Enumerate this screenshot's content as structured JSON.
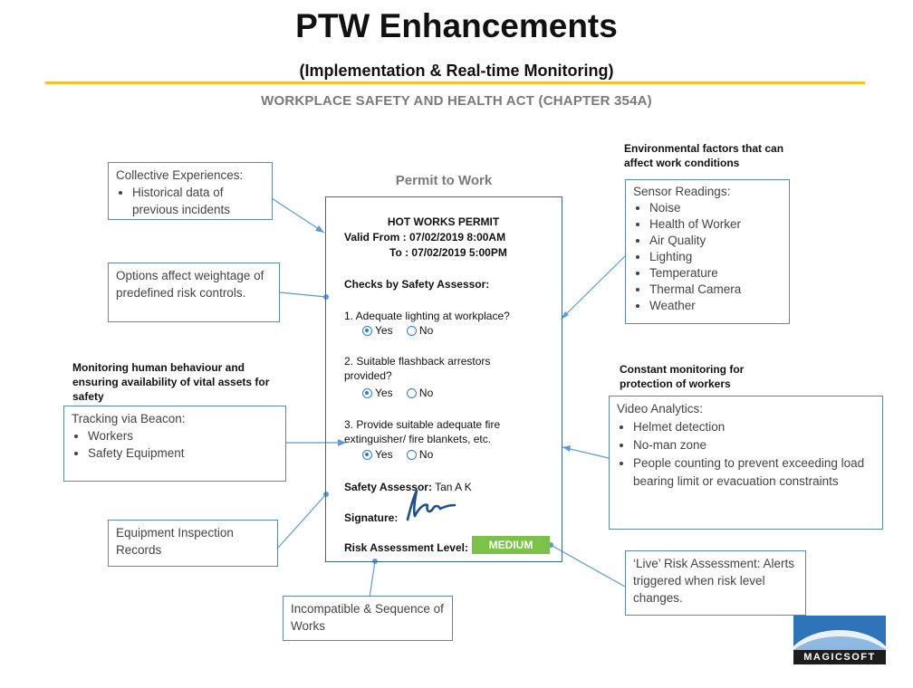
{
  "header": {
    "title": "PTW Enhancements",
    "subtitle": "(Implementation & Real-time Monitoring)",
    "act": "WORKPLACE SAFETY AND HEALTH ACT (CHAPTER 354A)"
  },
  "permit": {
    "caption": "Permit to Work",
    "title": "HOT WORKS PERMIT",
    "valid_from": "Valid From  : 07/02/2019 8:00AM",
    "valid_to": "To  : 07/02/2019 5:00PM",
    "checks_heading": "Checks by Safety Assessor:",
    "yes_label": "Yes",
    "no_label": "No",
    "questions": [
      {
        "line1": "1. Adequate lighting at workplace?",
        "line2": "",
        "answer": "Yes"
      },
      {
        "line1": "2. Suitable flashback arrestors",
        "line2": "provided?",
        "answer": "Yes"
      },
      {
        "line1": "3. Provide suitable adequate fire",
        "line2": "extinguisher/ fire blankets, etc.",
        "answer": "Yes"
      }
    ],
    "assessor_label": "Safety Assessor:",
    "assessor_name": "Tan A K",
    "signature_label": "Signature:",
    "risk_label": "Risk Assessment Level:",
    "risk_level": "MEDIUM"
  },
  "left": {
    "collective": {
      "title": "Collective Experiences:",
      "items": [
        "Historical data of previous incidents"
      ]
    },
    "options": {
      "text": "Options affect weightage of predefined risk controls."
    },
    "monitoring_heading": "Monitoring human behaviour and ensuring availability of vital assets for safety",
    "beacon": {
      "title": "Tracking via Beacon:",
      "items": [
        "Workers",
        "Safety Equipment"
      ]
    },
    "equipment": {
      "text": "Equipment Inspection Records"
    }
  },
  "right": {
    "env_heading": "Environmental factors that can affect work conditions",
    "sensor": {
      "title": "Sensor Readings:",
      "items": [
        "Noise",
        "Health of Worker",
        "Air Quality",
        "Lighting",
        "Temperature",
        "Thermal Camera",
        "Weather"
      ]
    },
    "constant_heading": "Constant monitoring for protection of workers",
    "video": {
      "title": "Video Analytics:",
      "items": [
        "Helmet detection",
        "No-man zone",
        "People counting to prevent exceeding load bearing limit or evacuation constraints"
      ]
    },
    "live": {
      "text": "‘Live’ Risk Assessment: Alerts triggered when risk level changes."
    }
  },
  "bottom": {
    "incompatible": {
      "text": "Incompatible & Sequence of Works"
    }
  },
  "logo": {
    "text": "MAGICSOFT"
  },
  "colors": {
    "accent_rule": "#f2c230",
    "box_border": "#5b87b6",
    "connector": "#5b9bd5",
    "risk_medium": "#7dc248",
    "radio": "#2a7fd4"
  }
}
